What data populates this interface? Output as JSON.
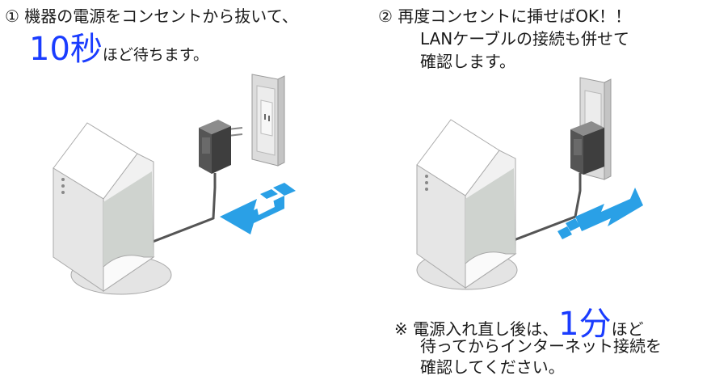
{
  "step1": {
    "number": "①",
    "line1": "機器の電源をコンセントから抜いて、",
    "highlight": "10秒",
    "line2_suffix": "ほど待ちます。"
  },
  "step2": {
    "number": "②",
    "line1": "再度コンセントに挿せばOK！！",
    "line2": "LANケーブルの接続も併せて",
    "line3": "確認します。"
  },
  "note": {
    "mark": "※",
    "prefix": "電源入れ直し後は、",
    "highlight": "1分",
    "suffix": "ほど",
    "line2": "待ってからインターネット接続を",
    "line3": "確認してください。"
  },
  "colors": {
    "accent": "#1a3cff",
    "arrow": "#2aa0e6",
    "text": "#1a1a1a"
  }
}
